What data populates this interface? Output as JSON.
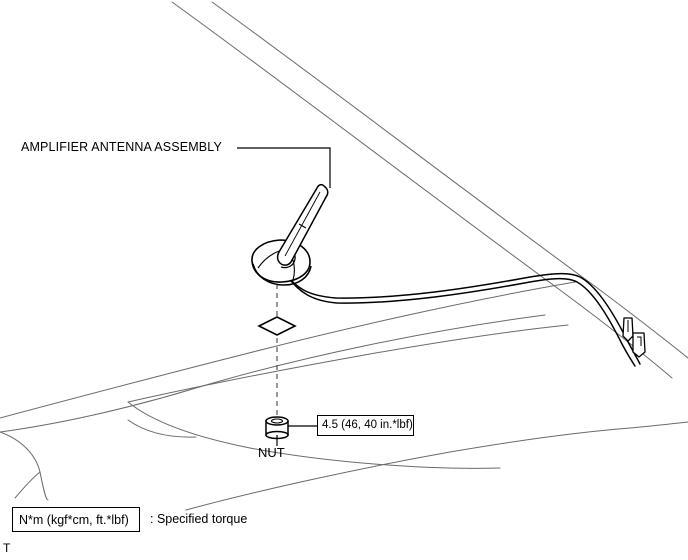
{
  "document": {
    "type": "automotive-service-diagram",
    "subject": "Amplifier Antenna Assembly installation",
    "page_marker": "T"
  },
  "callouts": [
    {
      "id": "amplifier-antenna-assembly",
      "label": "AMPLIFIER ANTENNA ASSEMBLY",
      "points_to": "antenna-rod-tip"
    },
    {
      "id": "nut",
      "label": "NUT",
      "points_to": "nut-part"
    }
  ],
  "torque_callout": {
    "value": "4.5 (46, 40 in.*lbf)",
    "applies_to": "NUT"
  },
  "legend": {
    "box_text": "N*m (kgf*cm, ft.*lbf)",
    "separator": ":",
    "description": "Specified torque",
    "full_text": ": Specified torque"
  },
  "colors": {
    "background": "#ffffff",
    "part_outline": "#000000",
    "body_outline": "#6a6a6a",
    "dashed_centerline": "#555555",
    "text": "#000000"
  },
  "parts": [
    {
      "name": "antenna-rod",
      "description": "angled antenna mast"
    },
    {
      "name": "antenna-base-pod",
      "description": "teardrop shaped antenna base"
    },
    {
      "name": "antenna-cable",
      "description": "coaxial cable routed along roof rail"
    },
    {
      "name": "cable-clip-upper",
      "description": "cable retaining clip"
    },
    {
      "name": "cable-clip-lower",
      "description": "cable retaining clip"
    },
    {
      "name": "nut-part",
      "description": "mounting nut below roof panel"
    },
    {
      "name": "alignment-diamond",
      "description": "diamond alignment marker on centerline"
    }
  ]
}
